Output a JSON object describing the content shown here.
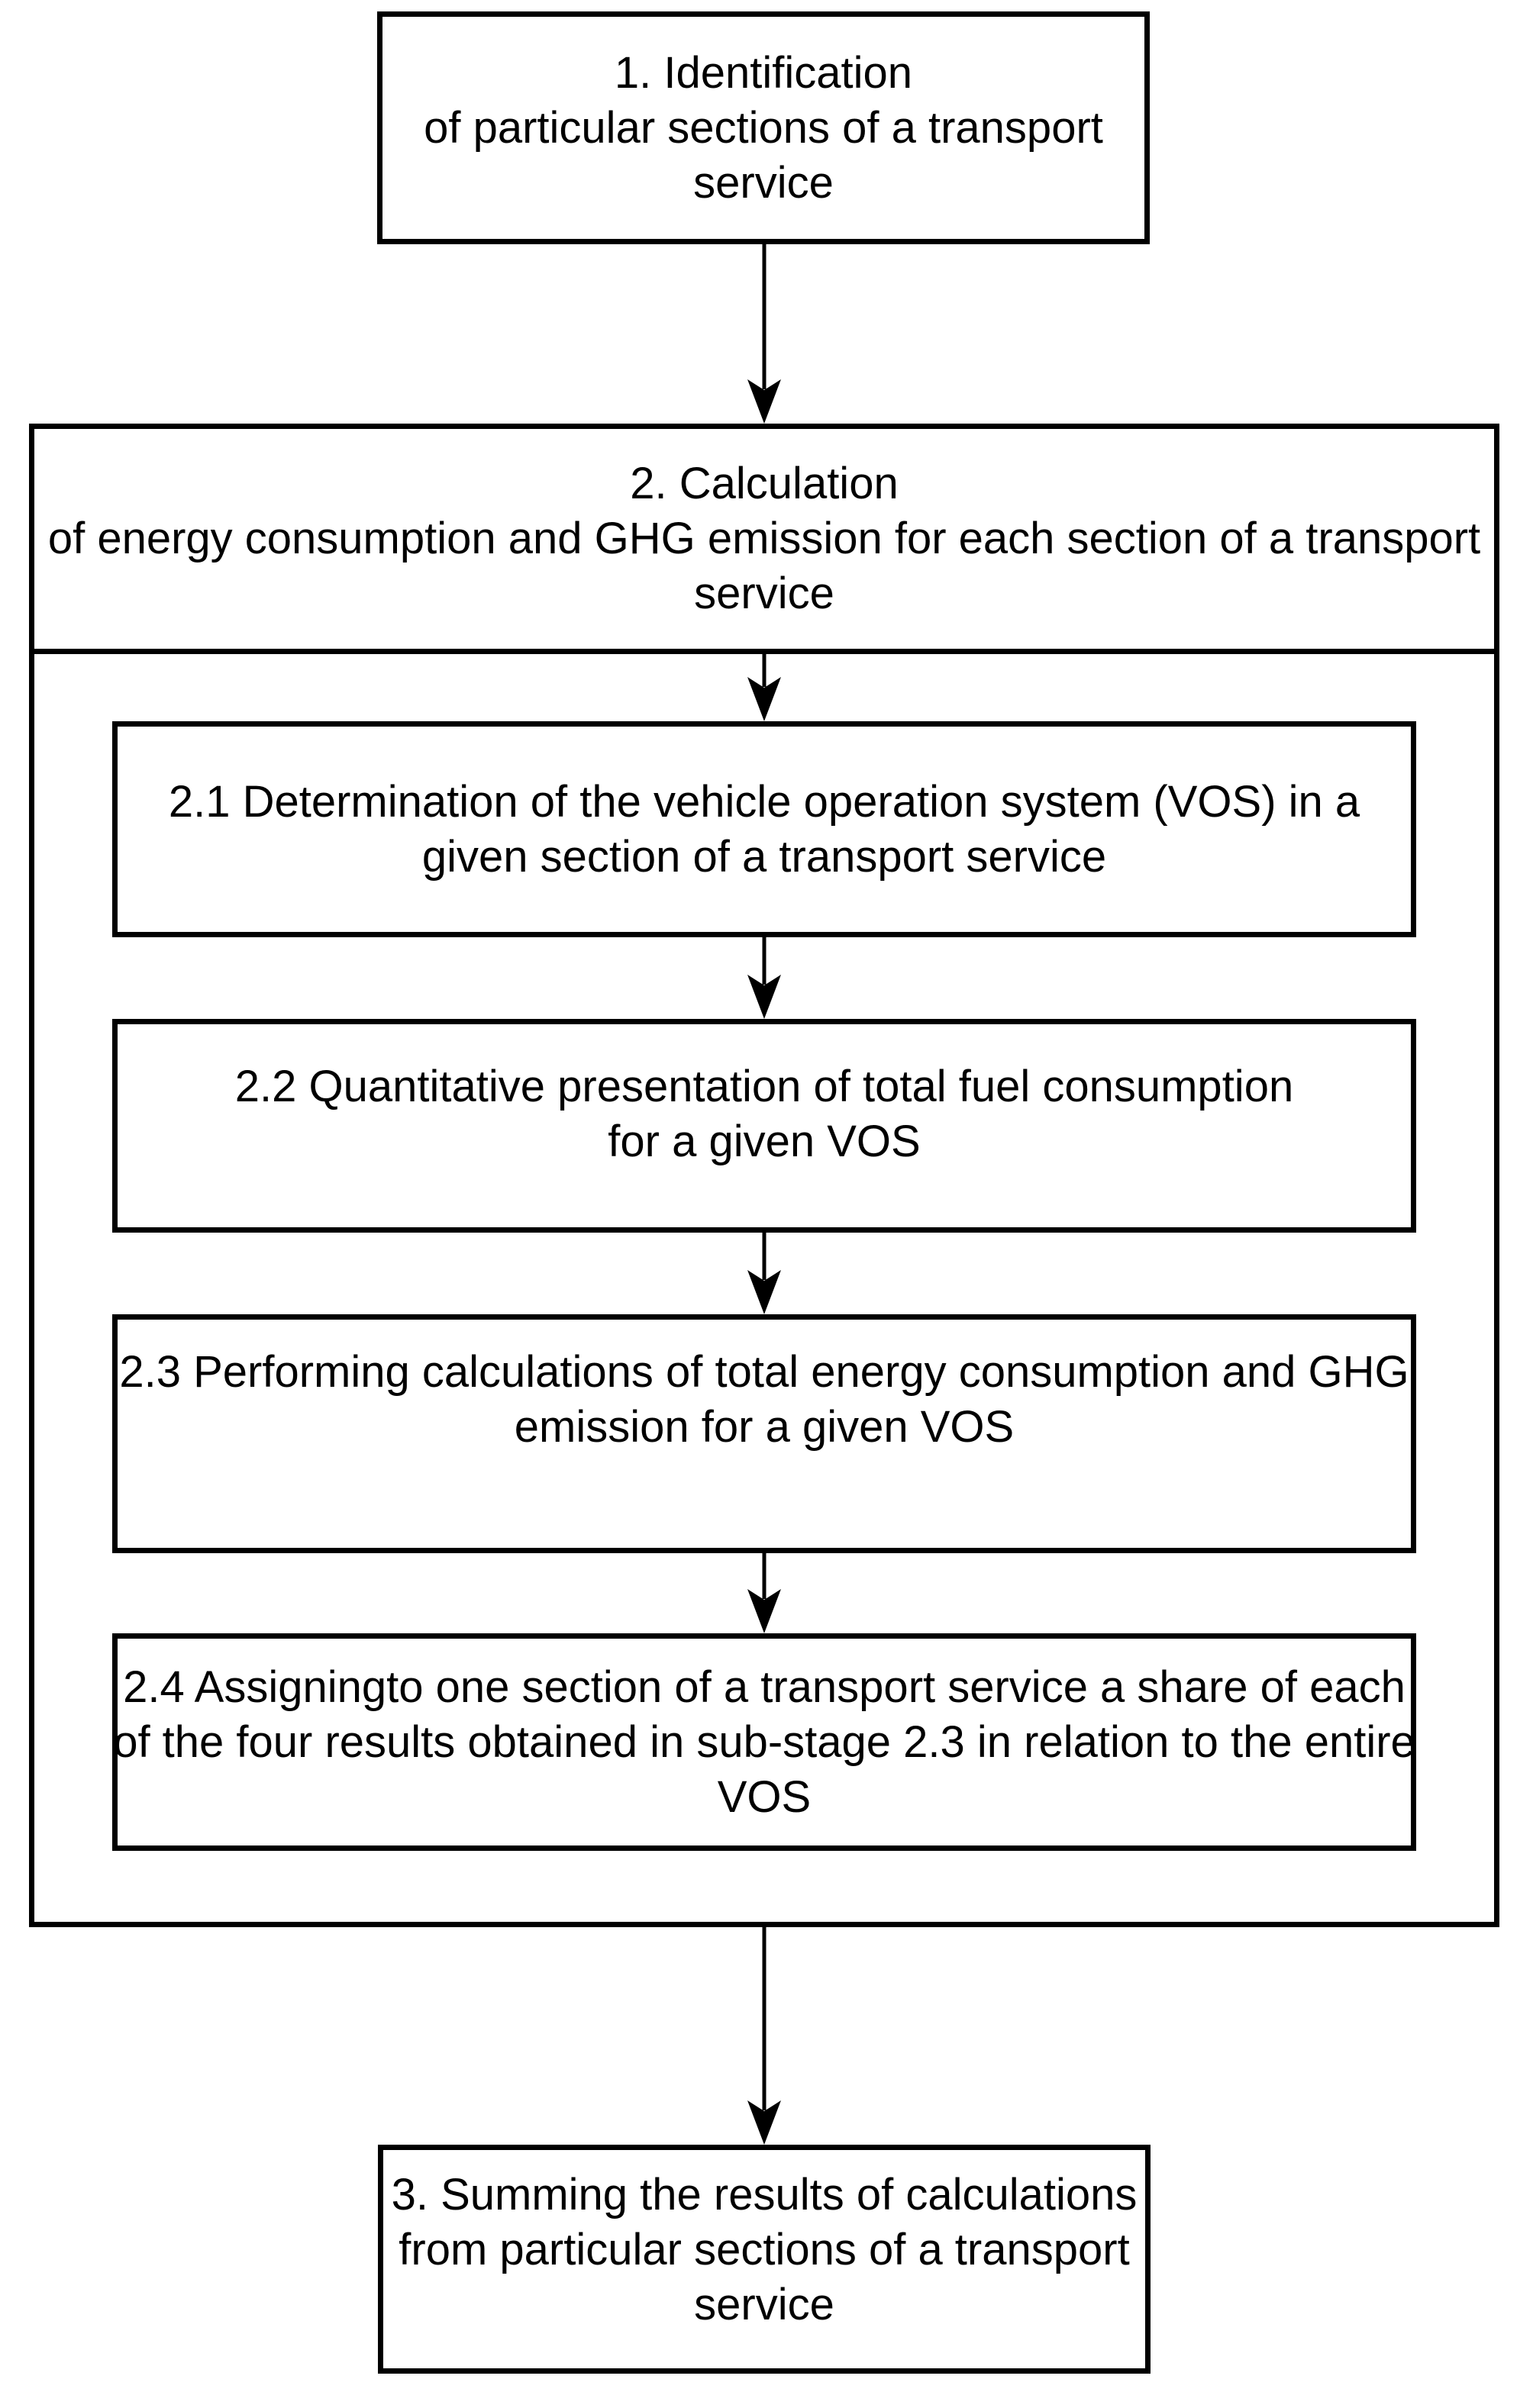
{
  "flowchart": {
    "stage1": {
      "lines": [
        "1. Identification",
        "of particular sections of a transport",
        "service"
      ]
    },
    "stage2": {
      "header_lines": [
        "2. Calculation",
        "of energy consumption and GHG emission for each section of a transport",
        "service"
      ],
      "substages": [
        {
          "lines": [
            "2.1 Determination of the vehicle operation system (VOS) in a",
            "given section of a transport service"
          ]
        },
        {
          "lines": [
            "2.2 Quantitative presentation of total fuel consumption",
            "for a given VOS"
          ]
        },
        {
          "lines": [
            "2.3 Performing calculations of total energy consumption and GHG",
            "emission for a given VOS"
          ]
        },
        {
          "lines": [
            "2.4 Assigningto one section of a transport service a share of each",
            "of the four results obtained in sub-stage 2.3 in relation to the entire",
            "VOS"
          ]
        }
      ]
    },
    "stage3": {
      "lines": [
        "3. Summing the results of calculations",
        "from particular sections of a transport",
        "service"
      ]
    },
    "colors": {
      "border": "#000000",
      "background": "#ffffff",
      "text": "#000000"
    }
  }
}
